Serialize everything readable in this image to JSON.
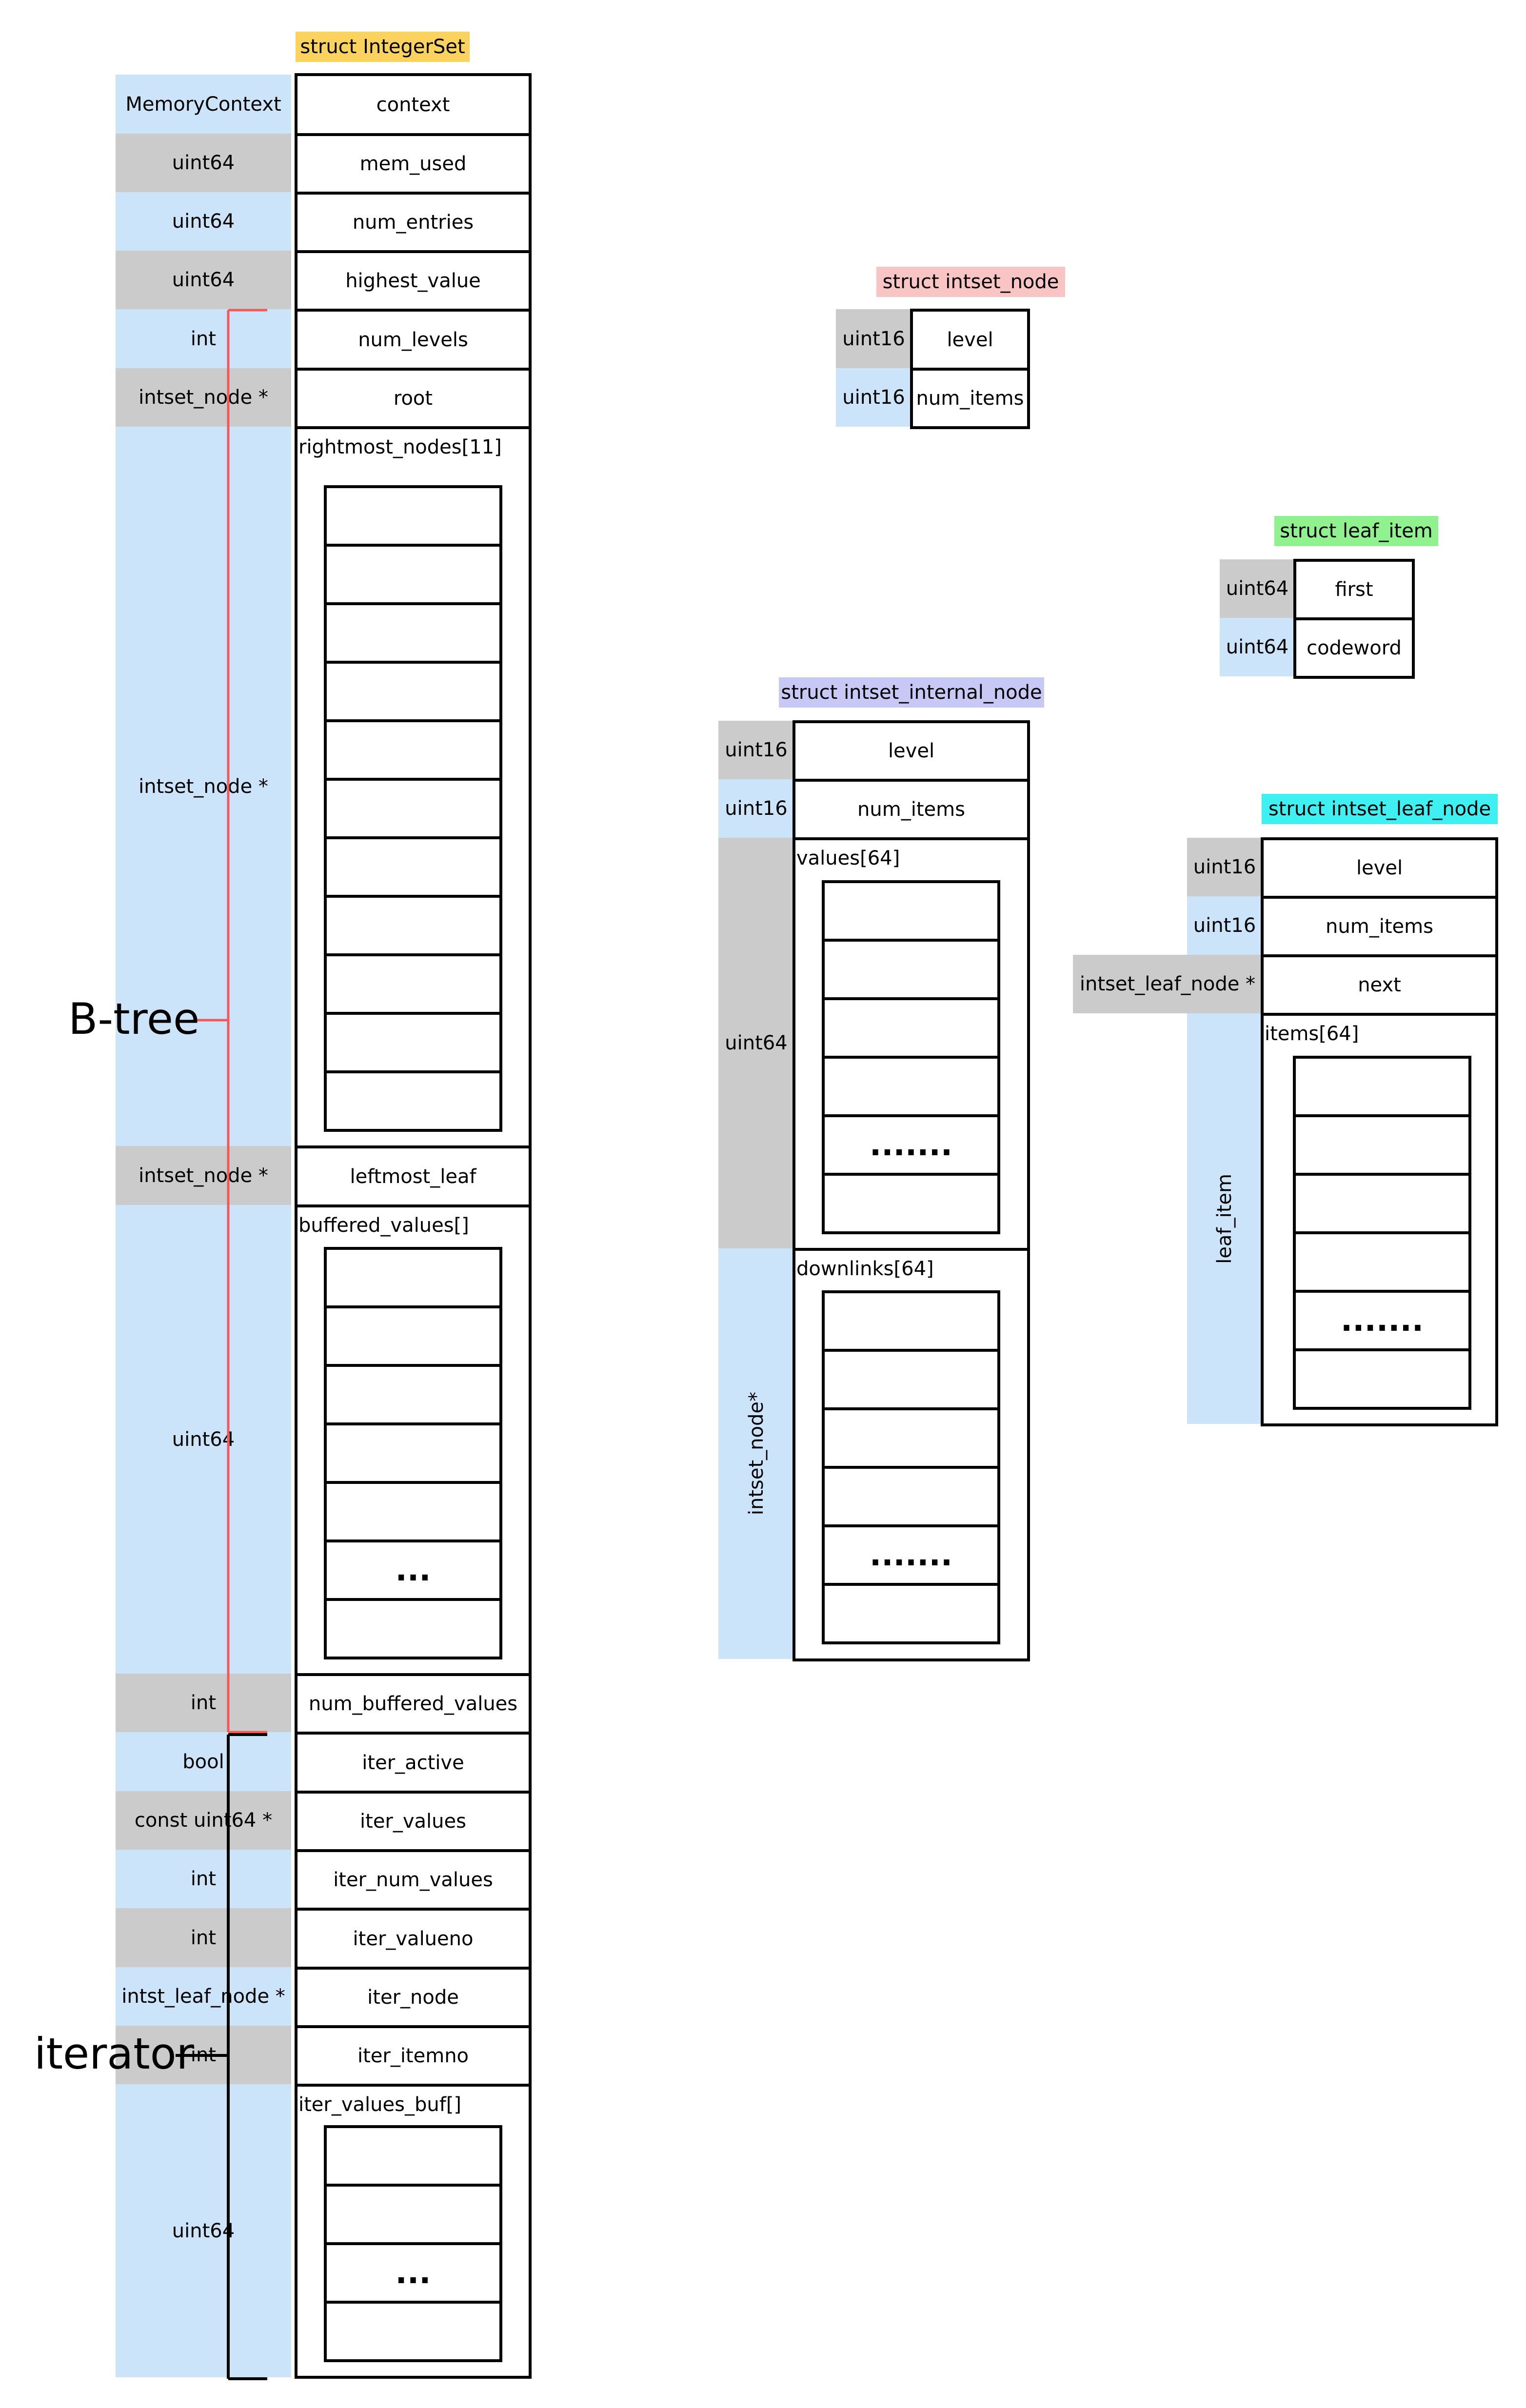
{
  "integerset": {
    "title": "struct IntegerSet",
    "rows": [
      {
        "type": "MemoryContext",
        "field": "context"
      },
      {
        "type": "uint64",
        "field": "mem_used"
      },
      {
        "type": "uint64",
        "field": "num_entries"
      },
      {
        "type": "uint64",
        "field": "highest_value"
      },
      {
        "type": "int",
        "field": "num_levels"
      },
      {
        "type": "intset_node *",
        "field": "root"
      },
      {
        "type": "intset_node *",
        "field": "rightmost_nodes[11]"
      },
      {
        "type": "intset_node *",
        "field": "leftmost_leaf"
      },
      {
        "type": "uint64",
        "field": "buffered_values[]"
      },
      {
        "type": "int",
        "field": "num_buffered_values"
      },
      {
        "type": "bool",
        "field": "iter_active"
      },
      {
        "type": "const uint64 *",
        "field": "iter_values"
      },
      {
        "type": "int",
        "field": "iter_num_values"
      },
      {
        "type": "int",
        "field": "iter_valueno"
      },
      {
        "type": "intst_leaf_node *",
        "field": "iter_node"
      },
      {
        "type": "int",
        "field": "iter_itemno"
      },
      {
        "type": "uint64",
        "field": "iter_values_buf[]"
      }
    ],
    "ellipsis": "..."
  },
  "brackets": {
    "btree_label": "B-tree",
    "iterator_label": "iterator",
    "btree_color": "#f05a5a",
    "iterator_color": "#000000"
  },
  "intset_node": {
    "title": "struct intset_node",
    "rows": [
      {
        "type": "uint16",
        "field": "level"
      },
      {
        "type": "uint16",
        "field": "num_items"
      }
    ]
  },
  "leaf_item": {
    "title": "struct leaf_item",
    "rows": [
      {
        "type": "uint64",
        "field": "first"
      },
      {
        "type": "uint64",
        "field": "codeword"
      }
    ]
  },
  "internal_node": {
    "title": "struct intset_internal_node",
    "rows": [
      {
        "type": "uint16",
        "field": "level"
      },
      {
        "type": "uint16",
        "field": "num_items"
      },
      {
        "type": "uint64",
        "field": "values[64]"
      },
      {
        "type": "intset_node*",
        "field": "downlinks[64]"
      }
    ],
    "ellipsis": "......."
  },
  "leaf_node": {
    "title": "struct intset_leaf_node",
    "rows": [
      {
        "type": "uint16",
        "field": "level"
      },
      {
        "type": "uint16",
        "field": "num_items"
      },
      {
        "type": "intset_leaf_node *",
        "field": "next"
      },
      {
        "type": "leaf_item",
        "field": "items[64]"
      }
    ],
    "ellipsis": "......."
  },
  "colors": {
    "type_blue": "#cce4fa",
    "type_gray": "#cbcbcb",
    "title_yellow": "#fbd25d",
    "title_pink": "#f9c4c4",
    "title_green": "#8ff28f",
    "title_purple": "#c8c8f6",
    "title_cyan": "#3ff0f2"
  }
}
